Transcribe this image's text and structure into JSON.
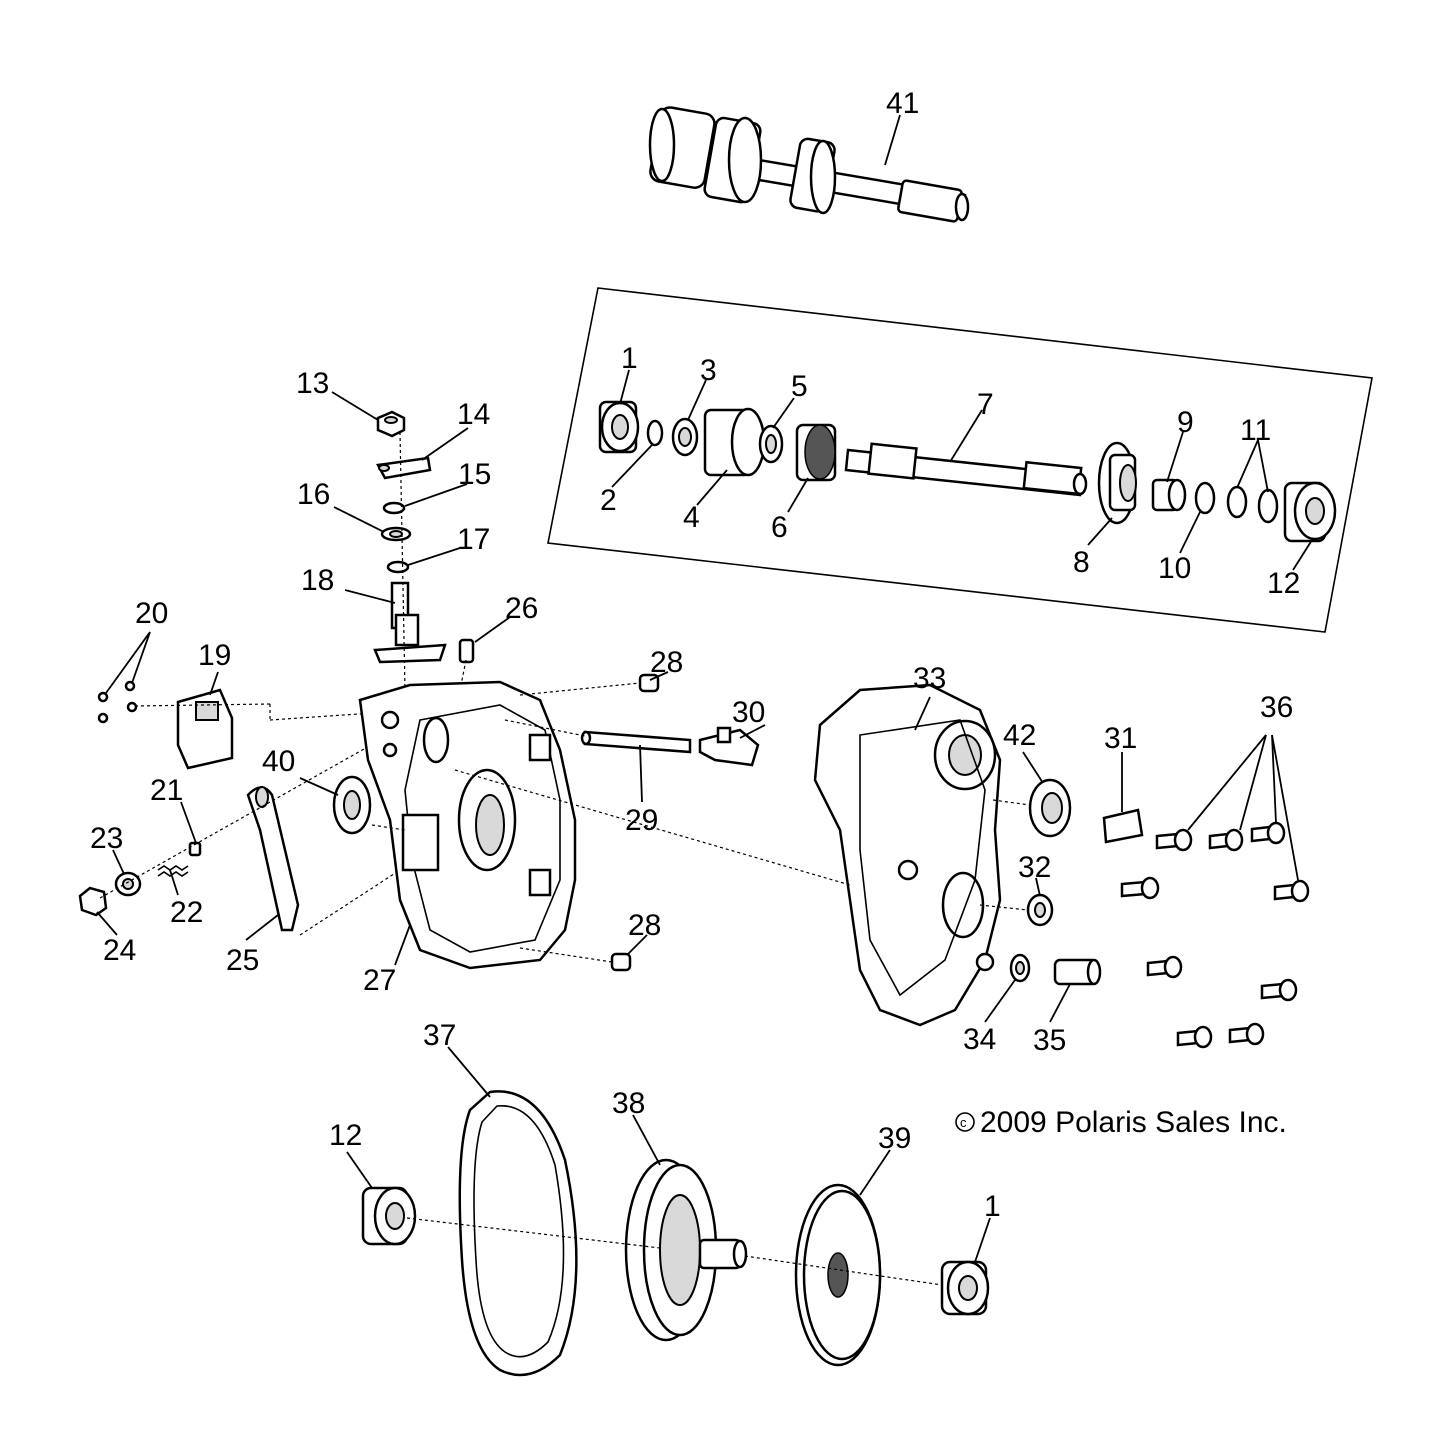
{
  "copyright": "2009 Polaris Sales Inc.",
  "copyright_symbol": "c",
  "callouts": {
    "c41": "41",
    "c1a": "1",
    "c2": "2",
    "c3": "3",
    "c4": "4",
    "c5": "5",
    "c6": "6",
    "c7": "7",
    "c8": "8",
    "c9": "9",
    "c10": "10",
    "c11": "11",
    "c12a": "12",
    "c13": "13",
    "c14": "14",
    "c15": "15",
    "c16": "16",
    "c17": "17",
    "c18": "18",
    "c19": "19",
    "c20": "20",
    "c21": "21",
    "c22": "22",
    "c23": "23",
    "c24": "24",
    "c25": "25",
    "c26": "26",
    "c27": "27",
    "c28a": "28",
    "c28b": "28",
    "c29": "29",
    "c30": "30",
    "c31": "31",
    "c32": "32",
    "c33": "33",
    "c34": "34",
    "c35": "35",
    "c36": "36",
    "c37": "37",
    "c38": "38",
    "c39": "39",
    "c40": "40",
    "c42": "42",
    "c12b": "12",
    "c1b": "1"
  }
}
